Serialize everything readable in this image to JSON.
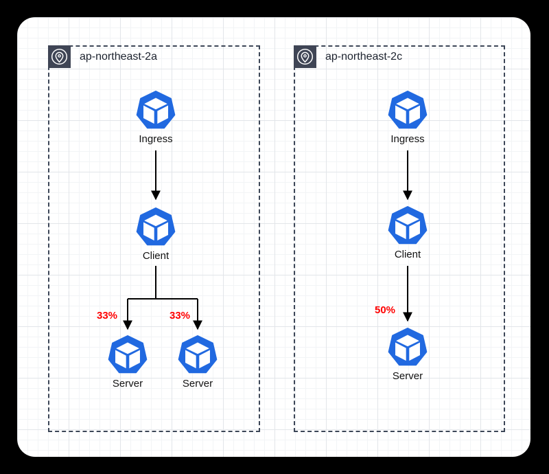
{
  "diagram": {
    "type": "kubernetes-traffic-topology",
    "colors": {
      "pod_blue": "#2169e0",
      "badge_bg": "#3f4555",
      "zone_border": "#3c4657",
      "traffic_label_red": "#ff0000",
      "edge_black": "#000000",
      "frame_black": "#000000",
      "paper_white": "#ffffff"
    },
    "icons": {
      "zone_badge": "location-pin-icon",
      "node": "kubernetes-pod-icon"
    },
    "zones": {
      "a": {
        "label": "ap-northeast-2a",
        "nodes": {
          "ingress": "Ingress",
          "client": "Client",
          "server1": "Server",
          "server2": "Server"
        },
        "edge_labels": {
          "client_server1": "33%",
          "client_server2": "33%"
        }
      },
      "c": {
        "label": "ap-northeast-2c",
        "nodes": {
          "ingress": "Ingress",
          "client": "Client",
          "server": "Server"
        },
        "edge_labels": {
          "client_server": "50%"
        }
      }
    }
  }
}
